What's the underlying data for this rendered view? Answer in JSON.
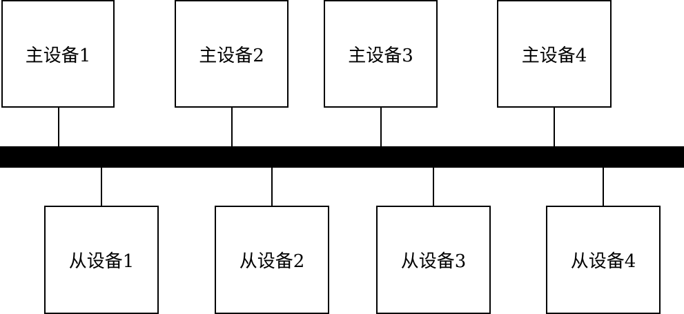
{
  "masters": [
    {
      "label": "主设备1"
    },
    {
      "label": "主设备2"
    },
    {
      "label": "主设备3"
    },
    {
      "label": "主设备4"
    }
  ],
  "slaves": [
    {
      "label": "从设备1"
    },
    {
      "label": "从设备2"
    },
    {
      "label": "从设备3"
    },
    {
      "label": "从设备4"
    }
  ],
  "colors": {
    "line": "#000000",
    "background": "#ffffff"
  }
}
